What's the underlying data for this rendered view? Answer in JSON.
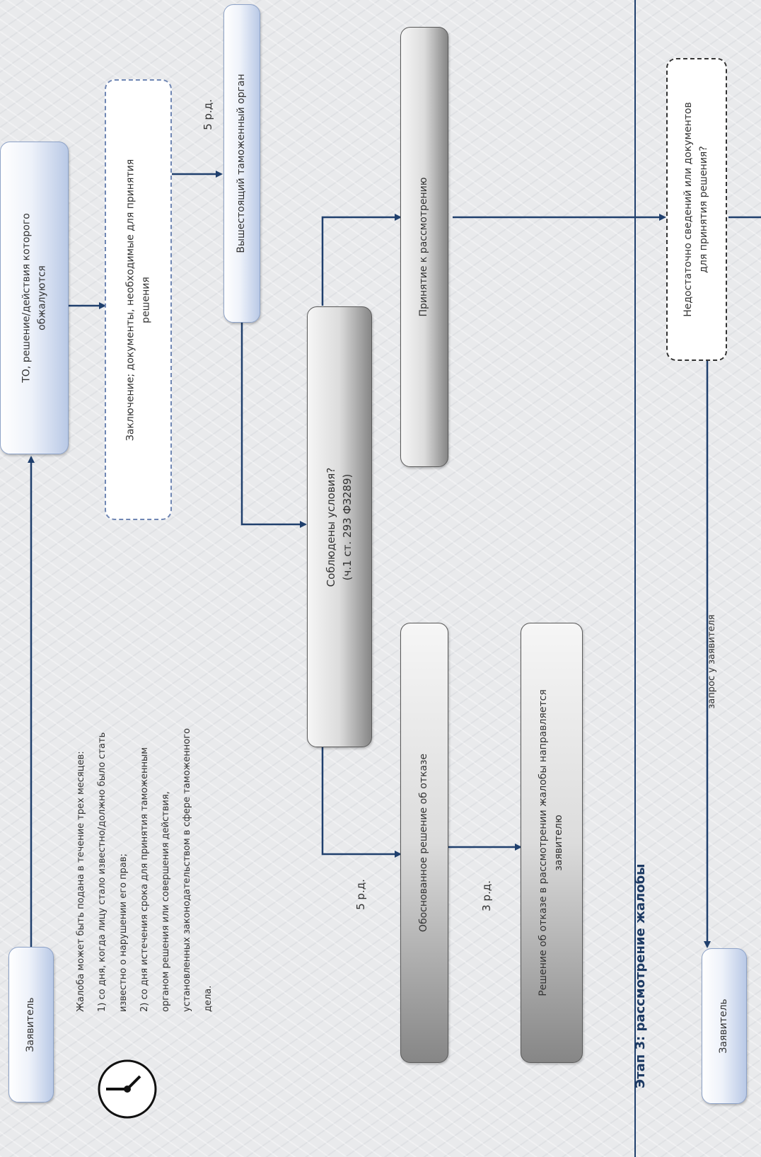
{
  "nodes": {
    "applicant_top": "Заявитель",
    "customs_body": "ТО, решение/действия которого\nобжалуются",
    "documents": "Заключение; документы, необходимые для принятия\nрешения",
    "higher_body": "Вышестоящий таможенный орган",
    "conditions": "Соблюдены условия?\n(ч.1 ст. 293 ФЗ289)",
    "accept": "Принятие к рассмотрению",
    "reasoned_refusal": "Обоснованное решение об отказе",
    "refusal_sent": "Решение об отказе в рассмотрении жалобы направляется\nзаявителю",
    "insufficient": "Недостаточно сведений или документов\nдля принятия решения?",
    "applicant_bottom": "Заявитель"
  },
  "labels": {
    "days_5_top": "5 р.д.",
    "days_5_bottom": "5 р.д.",
    "days_3": "3 р.д.",
    "request": "запрос у заявителя"
  },
  "note": "Жалоба может быть подана в течение трех месяцев:\n1) со дня, когда лицу стало известно/должно было стать\nизвестно о нарушении его прав;\n2) со дня истечения срока для принятия таможенным\nорганом решения или совершения действия,\nустановленных законодательством в сфере таможенного\nдела.",
  "stage_title": "Этап 3: рассмотрение жалобы",
  "colors": {
    "arrow": "#1f3f6d",
    "divider": "#1f3f6d",
    "stage_title": "#1d3a63"
  },
  "icons": [
    "clock-icon"
  ]
}
